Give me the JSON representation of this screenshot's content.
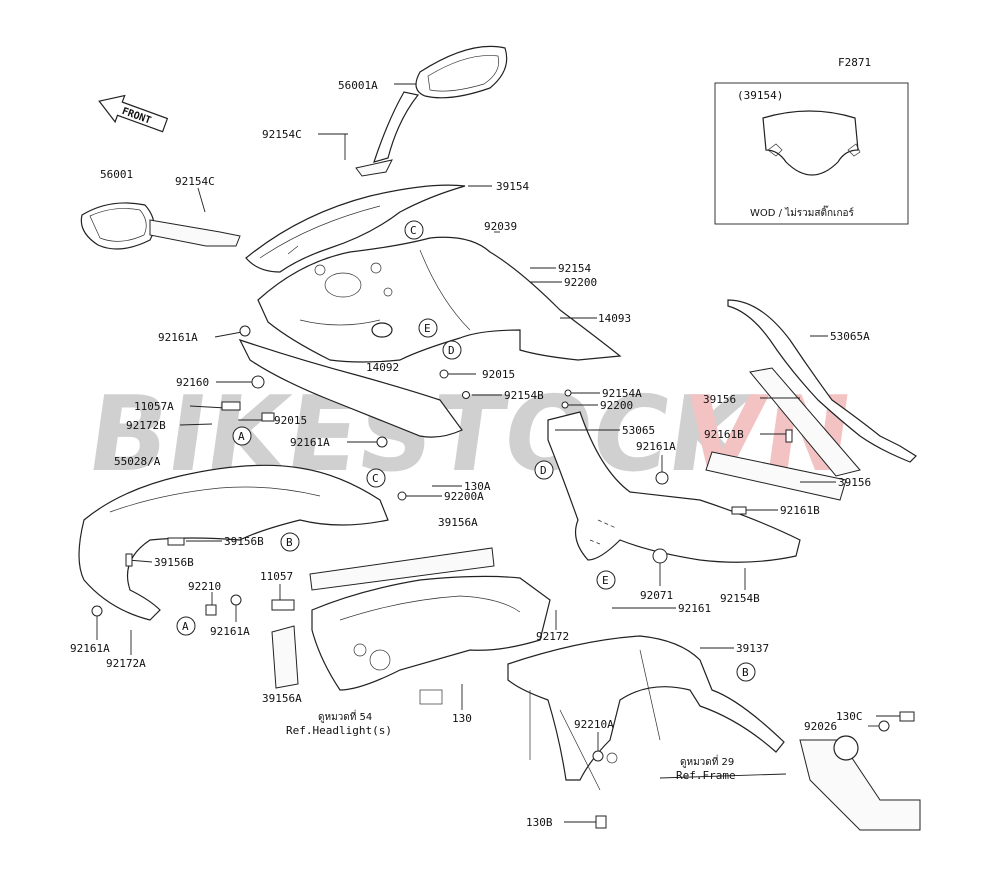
{
  "figure_code": "F2871",
  "front_label": "FRONT",
  "inset": {
    "title": "(39154)",
    "caption": "WOD / ไม่รวมสติ๊กเกอร์"
  },
  "refs": {
    "headlight_line1": "ดูหมวดที่ 54",
    "headlight_line2": "Ref.Headlight(s)",
    "frame_line1": "ดูหมวดที่ 29",
    "frame_line2": "Ref.Frame"
  },
  "watermark": {
    "part1": "BIKESTOCK",
    "part2": "VN",
    "color1": "#c8c8c8",
    "color2": "#f2b9b9"
  },
  "callouts": {
    "A": "A",
    "B": "B",
    "C": "C",
    "D": "D",
    "E": "E"
  },
  "part_labels": [
    "56001A",
    "92154C",
    "56001",
    "92154C",
    "39154",
    "92039",
    "92154",
    "92200",
    "14093",
    "92161A",
    "14092",
    "92015",
    "92160",
    "11057A",
    "92154A",
    "92172B",
    "92015",
    "92154B",
    "92200",
    "92161A",
    "53065A",
    "39156",
    "92161B",
    "53065",
    "92161A",
    "55028/A",
    "130A",
    "92200A",
    "39156",
    "92161B",
    "39156A",
    "39156B",
    "39156B",
    "92210",
    "11057",
    "92161A",
    "92071",
    "92154B",
    "92161",
    "92161A",
    "A",
    "92172",
    "39137",
    "92172A",
    "39156A",
    "130",
    "92210A",
    "130C",
    "92026",
    "130B"
  ]
}
